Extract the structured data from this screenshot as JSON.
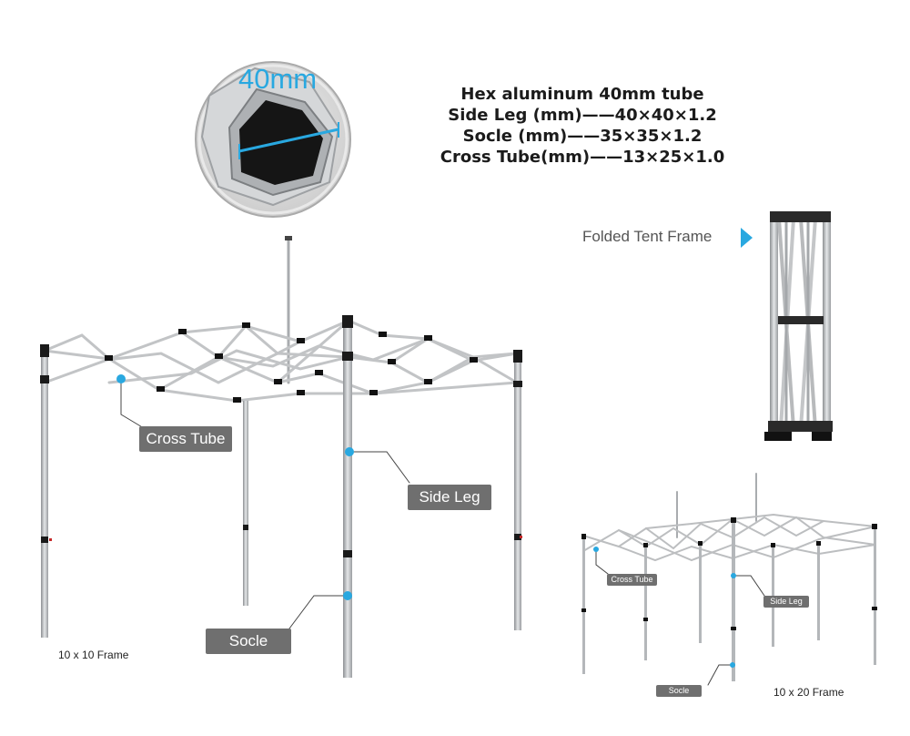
{
  "tube_callout": {
    "label": "40mm"
  },
  "specs": {
    "title": "Hex aluminum 40mm tube",
    "side_leg": "Side Leg (mm)——40×40×1.2",
    "socle": "Socle (mm)——35×35×1.2",
    "cross_tube": "Cross Tube(mm)——13×25×1.0"
  },
  "folded": {
    "label": "Folded Tent Frame"
  },
  "frame_10x10": {
    "caption": "10 x 10 Frame",
    "labels": {
      "cross_tube": "Cross Tube",
      "side_leg": "Side Leg",
      "socle": "Socle"
    }
  },
  "frame_10x20": {
    "caption": "10 x 20 Frame",
    "labels": {
      "cross_tube": "Cross Tube",
      "side_leg": "Side Leg",
      "socle": "Socle"
    }
  },
  "colors": {
    "accent": "#29a8e0",
    "tag_bg": "#6f6f6f",
    "frame_metal": "#b9bcbf",
    "joint": "#111111"
  }
}
